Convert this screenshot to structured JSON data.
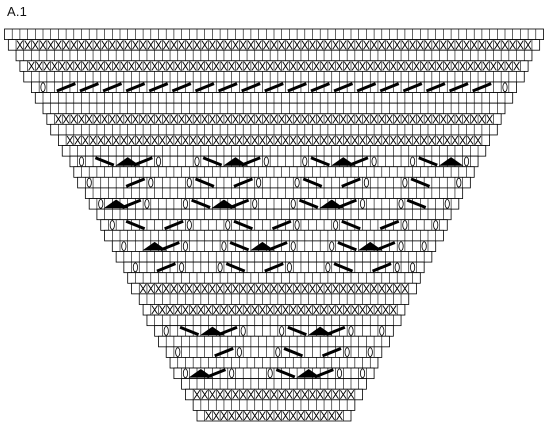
{
  "diagram": {
    "title": "A.1",
    "colors": {
      "background": "#ffffff",
      "grid_line": "#000000",
      "symbol": "#000000",
      "triangle_fill": "#000000"
    },
    "legend_symbols": [
      "blank-square",
      "cross-x",
      "oval-yarn-over",
      "diagonal-bar-left",
      "diagonal-bar-right",
      "filled-triangle"
    ],
    "rows_top_to_bottom": [
      "blank",
      "cross",
      "blank",
      "cross",
      "blank",
      "yarnover-bars",
      "blank",
      "blank",
      "cross",
      "blank",
      "cross",
      "blank",
      "lace",
      "blank",
      "lace",
      "blank",
      "lace",
      "blank",
      "lace",
      "blank",
      "lace",
      "blank",
      "lace",
      "blank",
      "cross",
      "blank",
      "cross",
      "blank",
      "lace",
      "blank",
      "lace",
      "blank",
      "lace",
      "blank",
      "cross",
      "blank",
      "cross"
    ]
  }
}
